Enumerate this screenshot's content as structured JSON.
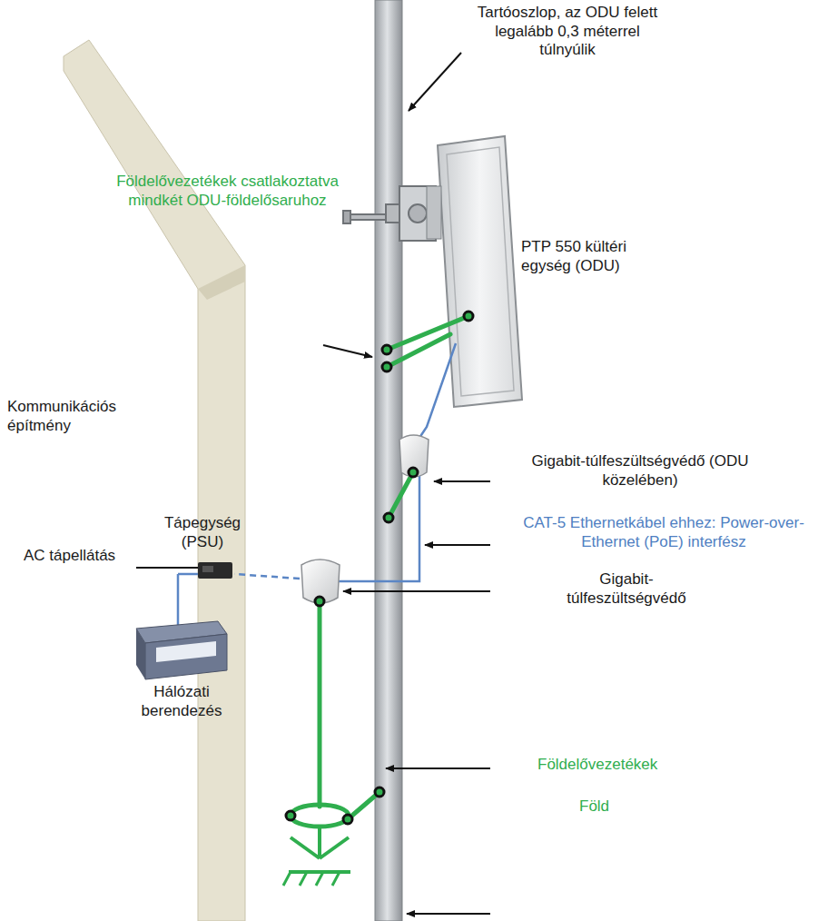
{
  "diagram": {
    "labels": [
      "Tartóoszlop, az ODU felett legalább 0,3 méterrel túlnyúlik",
      "Földelővezetékek csatlakoztatva mindkét ODU-földelősaruhoz",
      "PTP 550 kültéri egység (ODU)",
      "Gigabit-túlfeszültségvédő (ODU közelében)",
      "Kommunikációs építmény",
      "CAT-5 Ethernetkábel ehhez: Power-over-Ethernet (PoE) interfész",
      "Tápegység (PSU)",
      "AC tápellátás",
      "Gigabit-túlfeszültségvédő",
      "Hálózati berendezés",
      "Földelővezetékek",
      "Föld"
    ]
  }
}
